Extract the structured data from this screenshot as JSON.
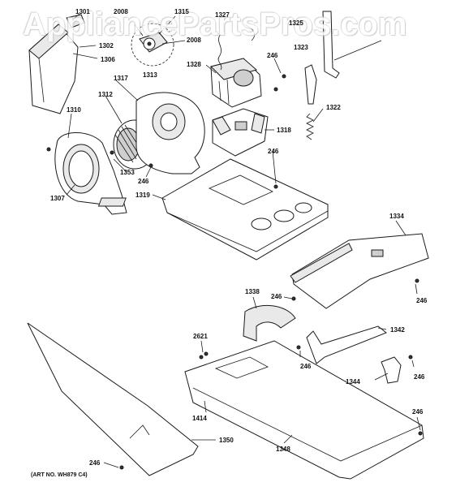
{
  "watermark": "AppliancePartsPros.com",
  "art_number": "(ART NO. WH879 C4)",
  "callouts": {
    "c1301": "1301",
    "c2008a": "2008",
    "c1315": "1315",
    "c1327": "1327",
    "c1325": "1325",
    "c1302": "1302",
    "c2008b": "2008",
    "c1306": "1306",
    "c1313": "1313",
    "c1323": "1323",
    "c246a": "246",
    "c1328": "1328",
    "c1317": "1317",
    "c1312": "1312",
    "c1310": "1310",
    "c1322": "1322",
    "c1318": "1318",
    "c246b": "246",
    "c1353": "1353",
    "c246c": "246",
    "c1307": "1307",
    "c1319": "1319",
    "c1334": "1334",
    "c1338": "1338",
    "c246d": "246",
    "c246e": "246",
    "c2621": "2621",
    "c1342": "1342",
    "c246f": "246",
    "c1344": "1344",
    "c246g": "246",
    "c1414": "1414",
    "c246h": "246",
    "c1350": "1350",
    "c1348": "1348",
    "c246i": "246"
  }
}
